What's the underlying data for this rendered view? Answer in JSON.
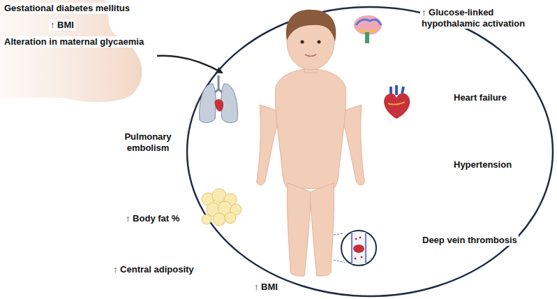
{
  "diagram": {
    "labels": [
      "Gestational diabetes mellitus",
      "↑ BMI",
      "Alteration in maternal glycaemia",
      "↑ Glucose-linked hypothalamic activation",
      "Heart failure",
      "Pulmonary embolism",
      "Hypertension",
      "↑ Body fat %",
      "Deep vein thrombosis",
      "↑ Central adiposity",
      "↑ BMI"
    ]
  }
}
